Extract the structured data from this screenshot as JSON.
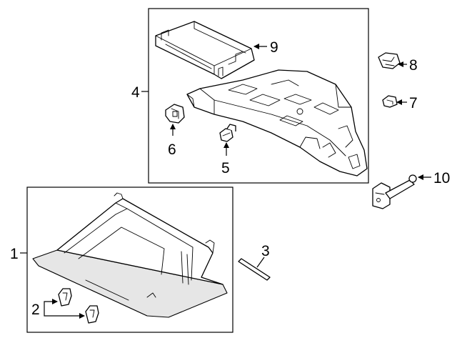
{
  "colors": {
    "line": "#000000",
    "fill": "#ffffff",
    "shade": "#e6e6e6"
  },
  "callouts": {
    "c1": "1",
    "c2": "2",
    "c3": "3",
    "c4": "4",
    "c5": "5",
    "c6": "6",
    "c7": "7",
    "c8": "8",
    "c9": "9",
    "c10": "10"
  }
}
